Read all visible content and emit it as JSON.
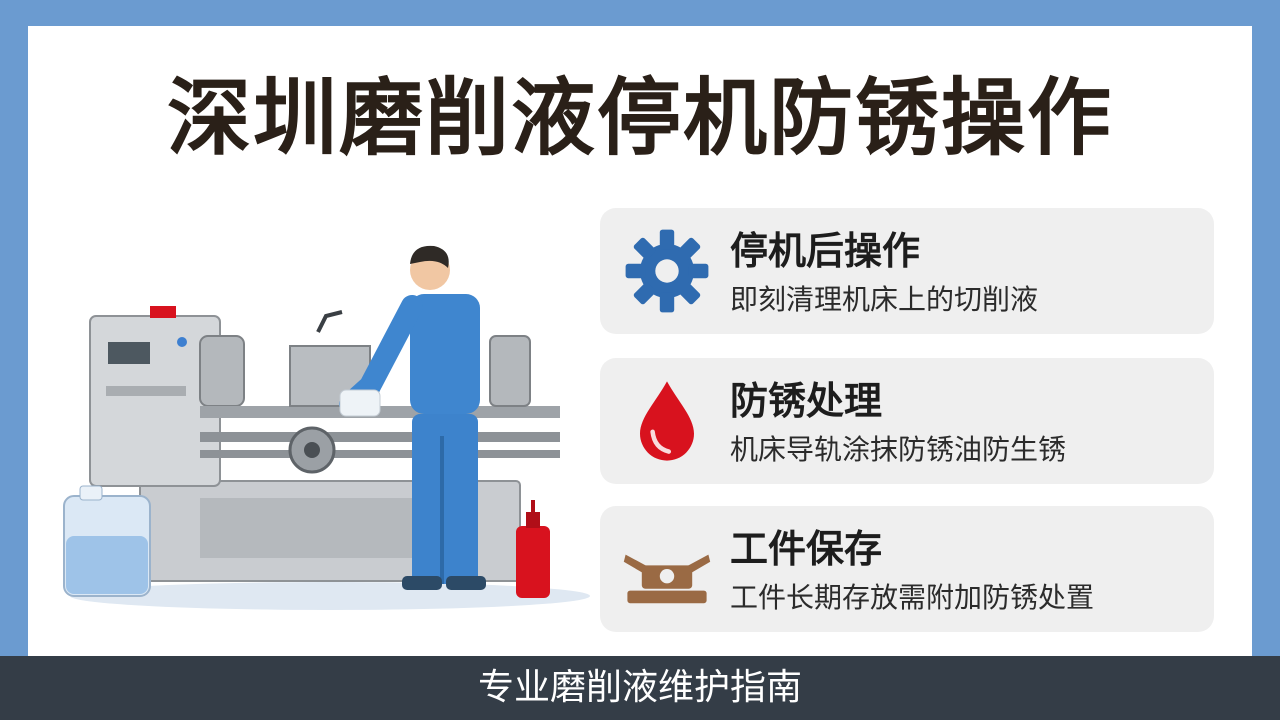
{
  "title": "深圳磨削液停机防锈操作",
  "steps": [
    {
      "title": "停机后操作",
      "desc": "即刻清理机床上的切削液",
      "icon": "gear-icon",
      "color": "#2f6bb0"
    },
    {
      "title": "防锈处理",
      "desc": "机床导轨涂抹防锈油防生锈",
      "icon": "oil-drop-icon",
      "color": "#d8121e"
    },
    {
      "title": "工件保存",
      "desc": "工件长期存放需附加防锈处置",
      "icon": "workpiece-icon",
      "color": "#9a6a44"
    }
  ],
  "caption": "专业磨削液维护指南"
}
